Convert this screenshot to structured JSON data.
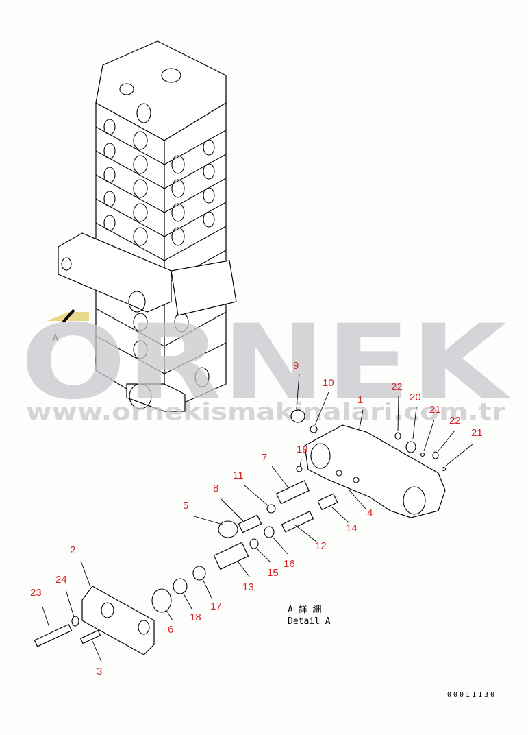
{
  "view_label": "A",
  "detail_caption": {
    "line1": "A 詳 細",
    "line2": "Detail A"
  },
  "drawing_number": "00011130",
  "watermark": {
    "brand": "ORNEK",
    "url": "www.ornekismakinalari.com.tr"
  },
  "part_callouts": [
    "9",
    "10",
    "1",
    "22",
    "20",
    "21",
    "22",
    "21",
    "7",
    "19",
    "11",
    "8",
    "5",
    "4",
    "14",
    "12",
    "15",
    "16",
    "13",
    "2",
    "24",
    "23",
    "17",
    "18",
    "6",
    "3"
  ],
  "colors": {
    "callout": "#d8232a",
    "line": "#000000",
    "watermark": "#c9c7cc"
  }
}
